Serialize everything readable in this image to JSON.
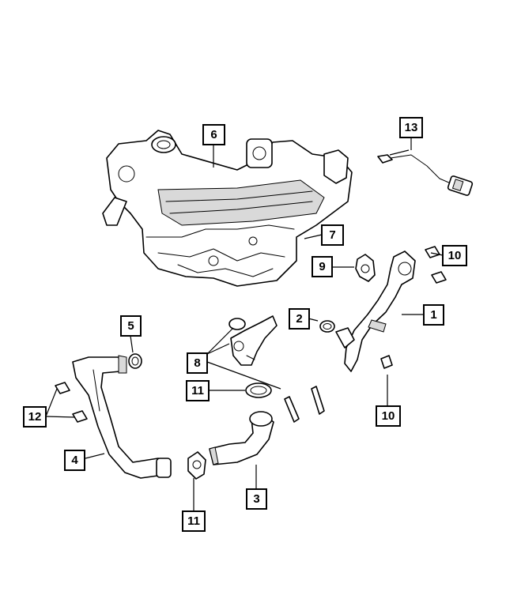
{
  "callouts": [
    {
      "id": "c1",
      "label": "1"
    },
    {
      "id": "c2",
      "label": "2"
    },
    {
      "id": "c3",
      "label": "3"
    },
    {
      "id": "c4",
      "label": "4"
    },
    {
      "id": "c5",
      "label": "5"
    },
    {
      "id": "c6",
      "label": "6"
    },
    {
      "id": "c7",
      "label": "7"
    },
    {
      "id": "c8",
      "label": "8"
    },
    {
      "id": "c9",
      "label": "9"
    },
    {
      "id": "c10a",
      "label": "10"
    },
    {
      "id": "c10b",
      "label": "10"
    },
    {
      "id": "c11a",
      "label": "11"
    },
    {
      "id": "c11b",
      "label": "11"
    },
    {
      "id": "c12",
      "label": "12"
    },
    {
      "id": "c13",
      "label": "13"
    }
  ],
  "colors": {
    "line": "#000000",
    "background": "#ffffff",
    "shade": "#d9d9d9"
  }
}
